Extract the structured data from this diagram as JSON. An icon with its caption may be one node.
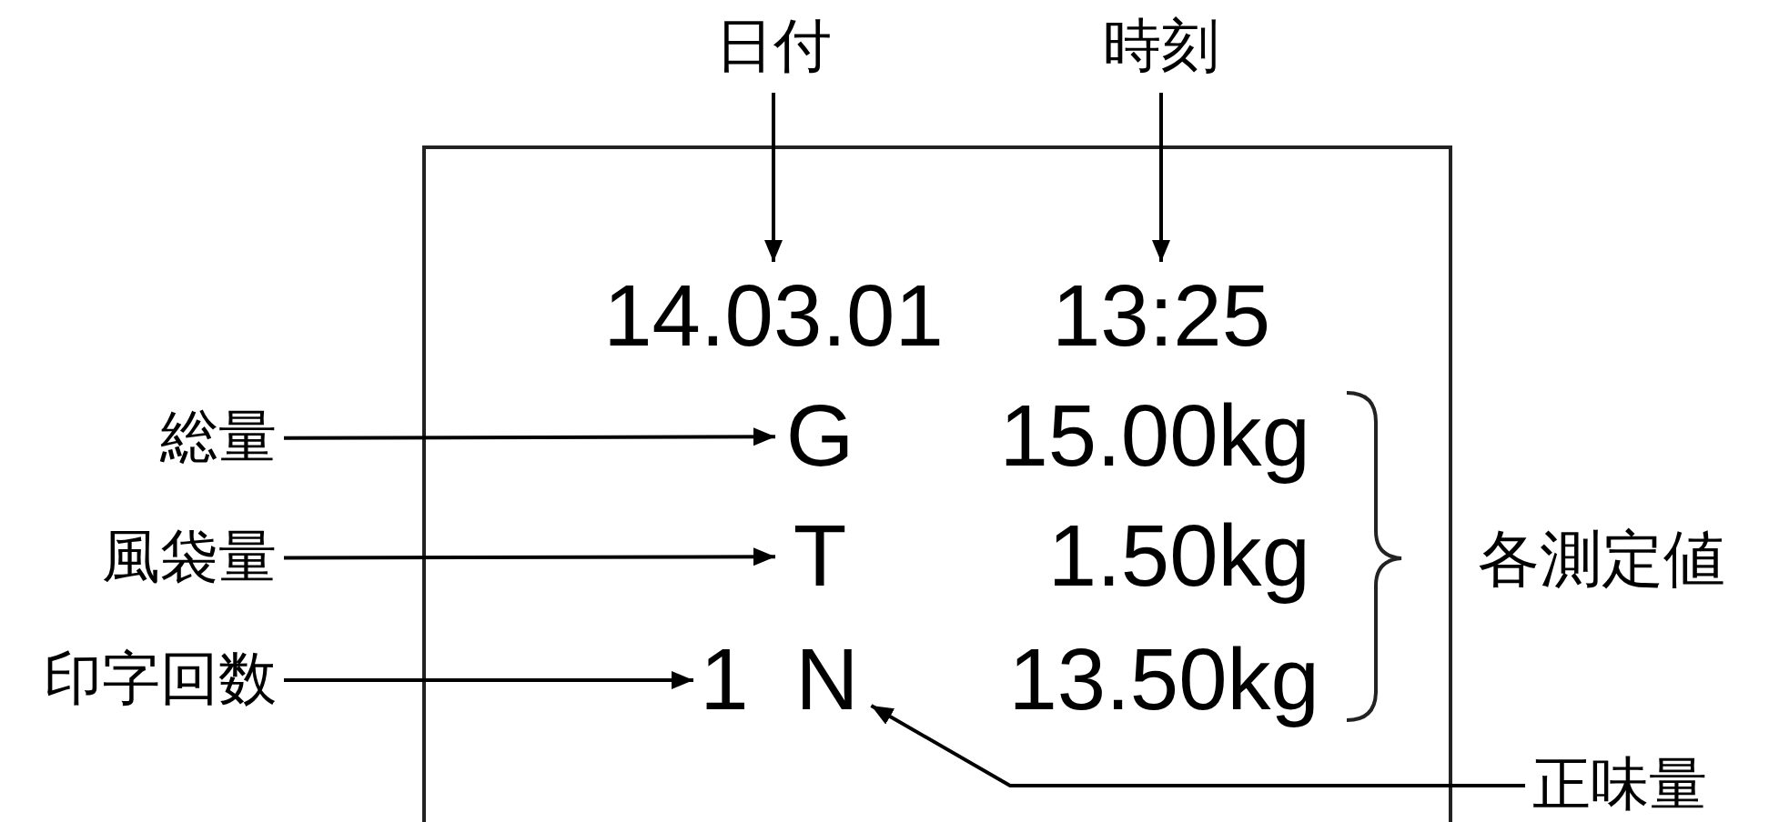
{
  "diagram": {
    "nodes": [
      {
        "text": [],
        "shape": "box"
      },
      {
        "text": [
          "日付"
        ]
      },
      {
        "text": [
          "時刻"
        ]
      },
      {
        "text": [
          "14.03.01"
        ],
        "in": 0
      },
      {
        "text": [
          "13:25"
        ],
        "in": 0
      },
      {
        "text": [
          "総量"
        ]
      },
      {
        "text": [
          "G"
        ],
        "in": 0
      },
      {
        "text": [
          "15.00kg"
        ],
        "in": 0
      },
      {
        "text": [
          "風袋量"
        ]
      },
      {
        "text": [
          "T"
        ],
        "in": 0
      },
      {
        "text": [
          "1.50kg"
        ],
        "in": 0
      },
      {
        "text": [
          "印字回数"
        ]
      },
      {
        "text": [
          "1"
        ],
        "in": 0
      },
      {
        "text": [
          "N"
        ],
        "in": 0
      },
      {
        "text": [
          "13.50kg"
        ],
        "in": 0
      },
      {
        "text": [
          "正味量"
        ]
      }
    ],
    "edges": [
      {
        "from": 1,
        "to": 3,
        "arrow": "to"
      },
      {
        "from": 2,
        "to": 4,
        "arrow": "to"
      },
      {
        "from": 5,
        "to": 6,
        "arrow": "to"
      },
      {
        "from": 8,
        "to": 9,
        "arrow": "to"
      },
      {
        "from": 11,
        "to": 12,
        "arrow": "to"
      },
      {
        "from": 15,
        "to": 13,
        "arrow": "to"
      }
    ],
    "labels": [
      "各測定値"
    ]
  }
}
